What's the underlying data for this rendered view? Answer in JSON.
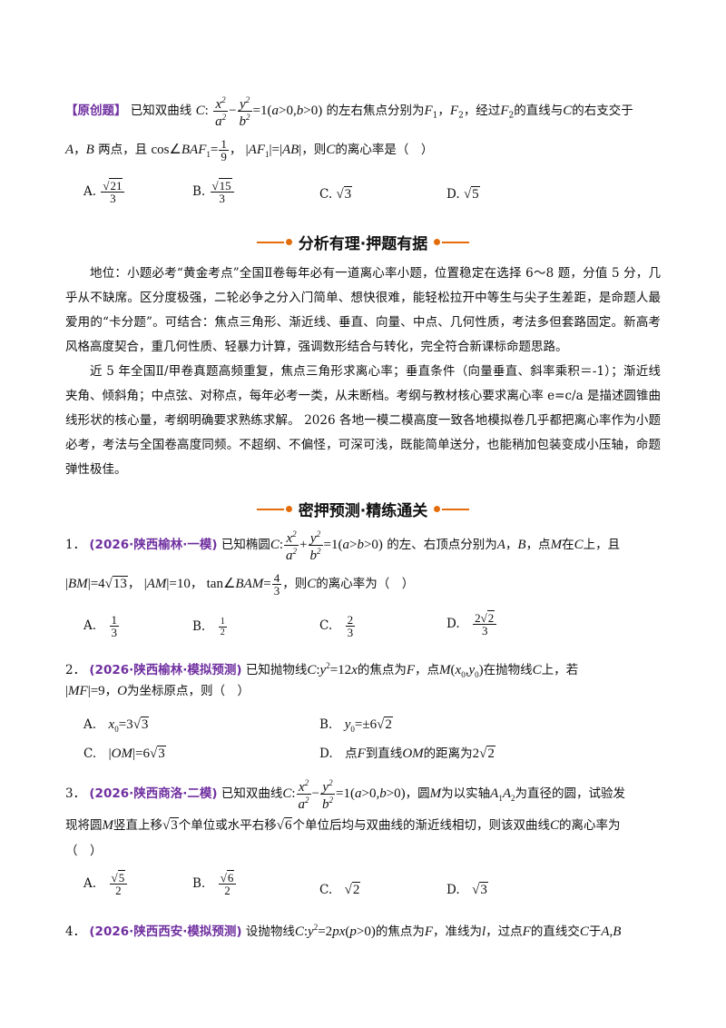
{
  "original": {
    "tag": "【原创题】",
    "line1_a": "已知双曲线",
    "line1_b": "的左右焦点分别为",
    "line1_c": "，经过",
    "line1_d": "的直线与",
    "line1_e": "的右支交于",
    "line2_a": "两点，且",
    "line2_b": "，",
    "line2_c": "，则",
    "line2_d": "的离心率是（　）",
    "options": [
      "A.",
      "B.",
      "C.",
      "D."
    ]
  },
  "section1": {
    "title": "分析有理·押题有据"
  },
  "analysis": {
    "p1": "地位：小题必考“黄金考点”全国Ⅱ卷每年必有一道离心率小题，位置稳定在选择 6～8 题，分值 5 分，几乎从不缺席。区分度极强，二轮必争之分入门简单、想快很难，能轻松拉开中等生与尖子生差距，是命题人最爱用的“卡分题”。可结合：焦点三角形、渐近线、垂直、向量、中点、几何性质，考法多但套路固定。新高考风格高度契合，重几何性质、轻暴力计算，强调数形结合与转化，完全符合新课标命题思路。",
    "p2": "近 5 年全国Ⅱ/甲卷真题高频重复，焦点三角形求离心率；垂直条件（向量垂直、斜率乘积＝-1）；渐近线夹角、倾斜角；中点弦、对称点，每年必考一类，从未断档。考纲与教材核心要求离心率 e=c/a 是描述圆锥曲线形状的核心量，考纲明确要求熟练求解。 2026 各地一模二模高度一致各地模拟卷几乎都把离心率作为小题必考，考法与全国卷高度同频。不超纲、不偏怪，可深可浅，既能简单送分，也能稍加包装变成小压轴，命题弹性极佳。"
  },
  "section2": {
    "title": "密押预测·精练通关"
  },
  "q1": {
    "num": "1．",
    "src": "(2026·陕西榆林·一模)",
    "a": "已知椭圆",
    "b": "的左、右顶点分别为",
    "c": "，点",
    "d": "在",
    "e": "上，且",
    "f": "，",
    "g": "，",
    "h": "，则",
    "i": "的离心率为（　）"
  },
  "q2": {
    "num": "2．",
    "src": "(2026·陕西榆林·模拟预测)",
    "a": "已知抛物线",
    "b": "的焦点为",
    "c": "，点",
    "d": "在抛物线",
    "e": "上，若",
    "f": "，",
    "g": "为坐标原点，则（　）",
    "optD_a": "点",
    "optD_b": "到直线",
    "optD_c": "的距离为"
  },
  "q3": {
    "num": "3．",
    "src": "(2026·陕西商洛·二模)",
    "a": "已知双曲线",
    "b": "，圆",
    "c": "为以实轴",
    "d": "为直径的圆，试验发",
    "e": "现将圆",
    "f": "竖直上移",
    "g": "个单位或水平右移",
    "h": "个单位后均与双曲线的渐近线相切，则该双曲线",
    "i": "的离心率为",
    "j": "（　）"
  },
  "q4": {
    "num": "4．",
    "src": "(2026·陕西西安·模拟预测)",
    "a": "设抛物线",
    "b": "的焦点为",
    "c": "，准线为",
    "d": "，过点",
    "e": "的直线交",
    "f": "于"
  }
}
